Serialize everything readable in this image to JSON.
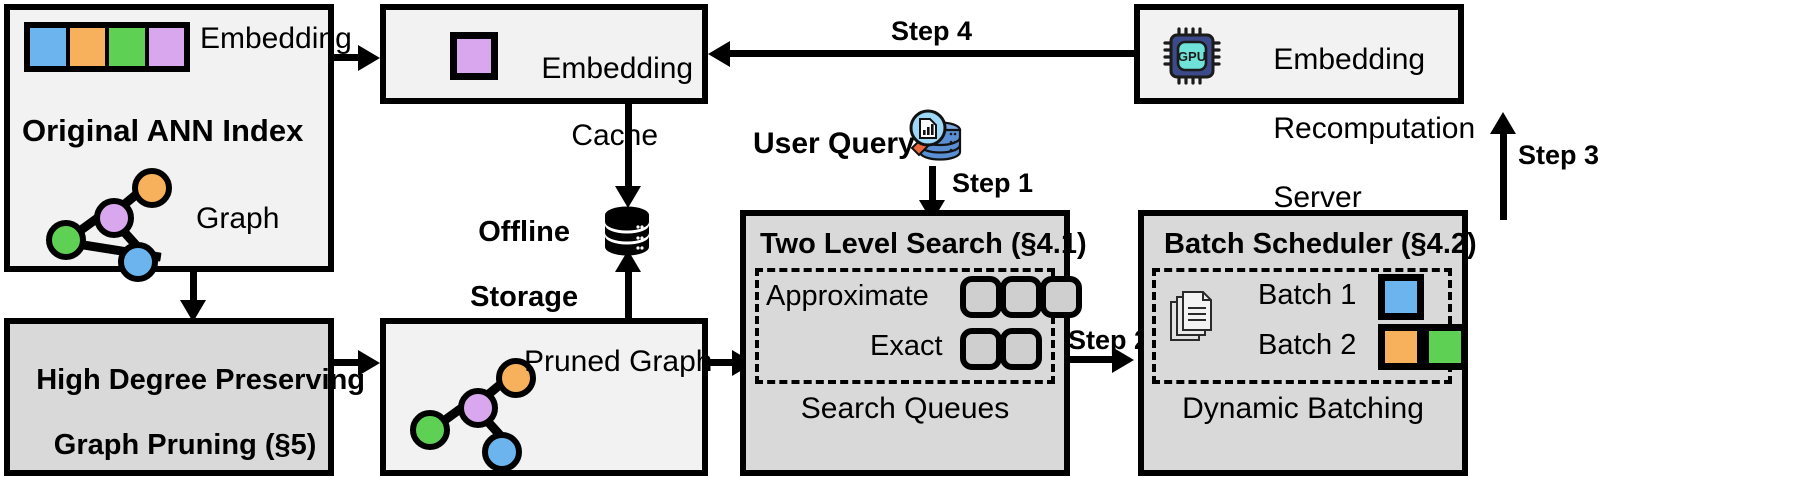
{
  "diagram": {
    "title": "ANN index embedding recomputation pipeline",
    "colors": {
      "blue": "#6cb4ee",
      "orange": "#f7b05b",
      "green": "#5ed155",
      "purple": "#d9a7ee",
      "box_light": "#f2f2f2",
      "box_gray": "#d9d9d9",
      "slot_gray": "#cfcfcf",
      "gpu_body": "#3c4a8a",
      "gpu_core": "#6fe3d8",
      "db_blue": "#5b8fd4",
      "outline": "#000000"
    }
  },
  "blocks": {
    "original_index": {
      "title": "Original ANN Index",
      "embedding_label": "Embedding",
      "graph_label": "Graph",
      "embedding_swatches": [
        "blue",
        "orange",
        "green",
        "purple"
      ]
    },
    "pruning": {
      "line1": "High Degree Preserving",
      "line2": "Graph Pruning (§5)"
    },
    "embedding_cache": {
      "line1": "Embedding",
      "line2": "Cache",
      "swatch": "purple"
    },
    "offline_storage": {
      "line1": "Offline",
      "line2": "Storage",
      "icon": "database-icon"
    },
    "pruned_graph": {
      "label": "Pruned Graph"
    },
    "user_query": {
      "label": "User Query",
      "icon": "query-search-database-icon"
    },
    "two_level_search": {
      "title": "Two Level Search (§4.1)",
      "rows": [
        {
          "label": "Approximate",
          "slots": 3
        },
        {
          "label": "Exact",
          "slots": 2
        }
      ],
      "caption": "Search Queues"
    },
    "batch_scheduler": {
      "title": "Batch Scheduler (§4.2)",
      "icon": "documents-stack-icon",
      "rows": [
        {
          "label": "Batch 1",
          "swatches": [
            "blue"
          ]
        },
        {
          "label": "Batch 2",
          "swatches": [
            "orange",
            "green"
          ]
        }
      ],
      "caption": "Dynamic Batching"
    },
    "recomputation_server": {
      "line1": "Embedding",
      "line2": "Recomputation",
      "line3": "Server",
      "icon": "gpu-chip-icon",
      "icon_text": "GPU"
    }
  },
  "steps": {
    "step1": "Step 1",
    "step2": "Step 2",
    "step3": "Step 3",
    "step4": "Step 4"
  }
}
